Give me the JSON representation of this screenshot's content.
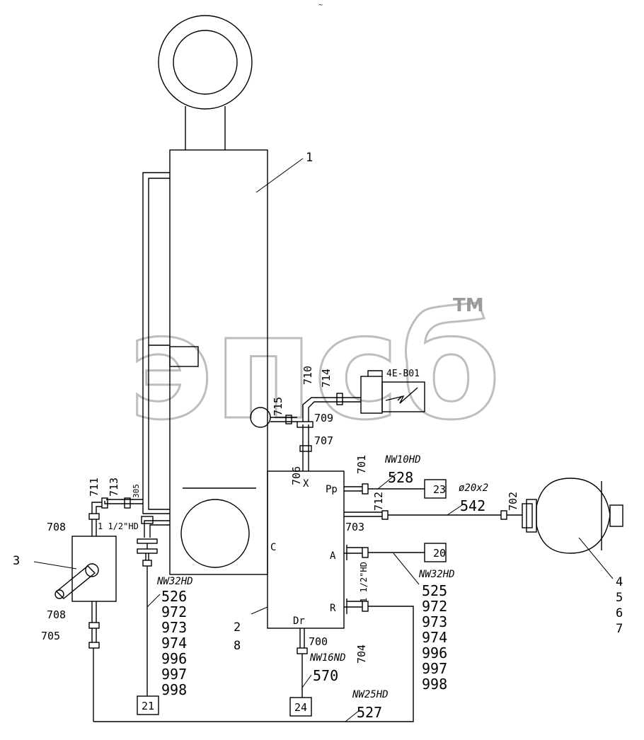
{
  "watermark": {
    "text": "эпсб",
    "tm": "TM"
  },
  "components": {
    "cylinder": "1",
    "valve_block": "2",
    "valve_block_sub": "8",
    "hand_pump": "3",
    "accumulator": "4",
    "accumulator_sub": [
      "5",
      "6",
      "7"
    ],
    "pressure_switch": "4E-B01"
  },
  "ports": {
    "x": "X",
    "pp": "Pp",
    "c": "C",
    "a": "A",
    "r": "R",
    "dr": "Dr"
  },
  "fittings": {
    "f705": "705",
    "f708_top": "708",
    "f708_bottom": "708",
    "f711": "711",
    "f713": "713",
    "f305": "305",
    "f715": "715",
    "f710": "710",
    "f714": "714",
    "f709": "709",
    "f707": "707",
    "f706": "706",
    "f701": "701",
    "f712": "712",
    "f703": "703",
    "f702": "702",
    "f700": "700",
    "f704": "704"
  },
  "hoses": {
    "hd_half_left": "1 1/2\"HD",
    "hd_half_right": "1 1/2\"HD",
    "nw10": "NW10HD",
    "pipe": "ø20x2",
    "nw32_left": "NW32HD",
    "nw32_right": "NW32HD",
    "nw16": "NW16ND",
    "nw25": "NW25HD"
  },
  "parts": {
    "p528": "528",
    "p542": "542",
    "p570": "570",
    "p527": "527",
    "left_list": [
      "526",
      "972",
      "973",
      "974",
      "996",
      "997",
      "998"
    ],
    "right_list": [
      "525",
      "972",
      "973",
      "974",
      "996",
      "997",
      "998"
    ]
  },
  "boxes": {
    "b23": "23",
    "b20": "20",
    "b21": "21",
    "b24": "24"
  },
  "misc": {
    "top_mark": "~"
  }
}
